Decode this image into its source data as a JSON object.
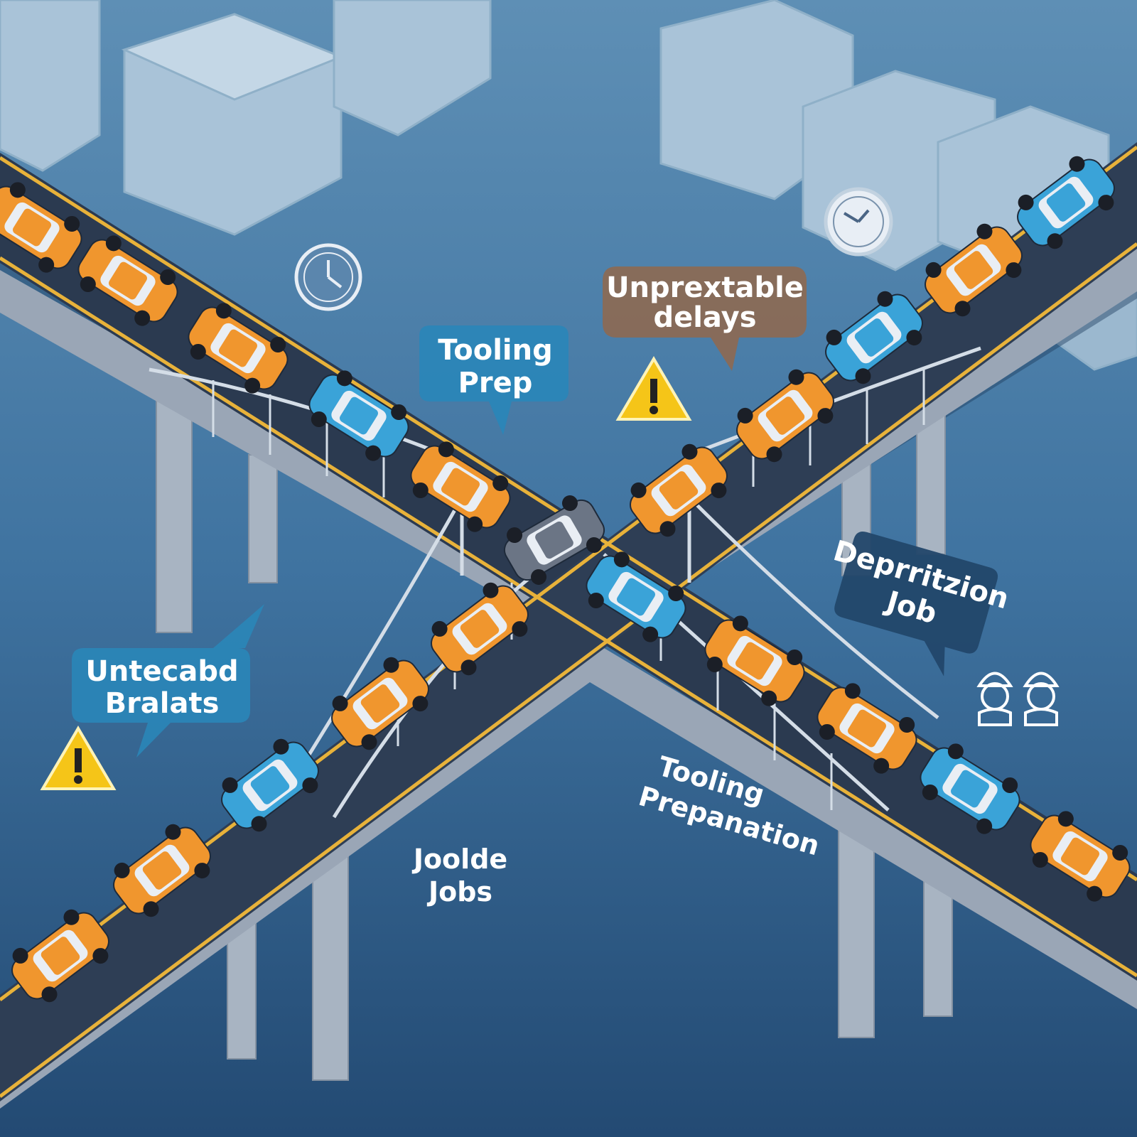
{
  "labels": {
    "tooling_prep": [
      "Tooling",
      "Prep"
    ],
    "unpredictable_delays": [
      "Unprextable",
      "delays"
    ],
    "deprioritization_job": [
      "Deprritzion",
      "Job"
    ],
    "untracked_blockers": [
      "Untecabd",
      "Bralats"
    ],
    "joolde_jobs": [
      "Joolde",
      "Jobs"
    ],
    "tooling_preparation": [
      "Tooling",
      "Prepanation"
    ]
  },
  "colors": {
    "background": "#3a6b94",
    "road": "#2b3a50",
    "lane_line": "#e8b23a",
    "car_orange": "#f0962e",
    "car_blue": "#3aa3d8",
    "car_gray": "#6b7585",
    "bubble_blue": "#2a86b8",
    "bubble_brown": "#8a6a55",
    "bubble_navy": "#22476a",
    "warning": "#f5c518"
  },
  "icons": [
    "clock-icon",
    "clock-icon",
    "warning-icon",
    "warning-icon",
    "worker-icon",
    "worker-icon"
  ]
}
